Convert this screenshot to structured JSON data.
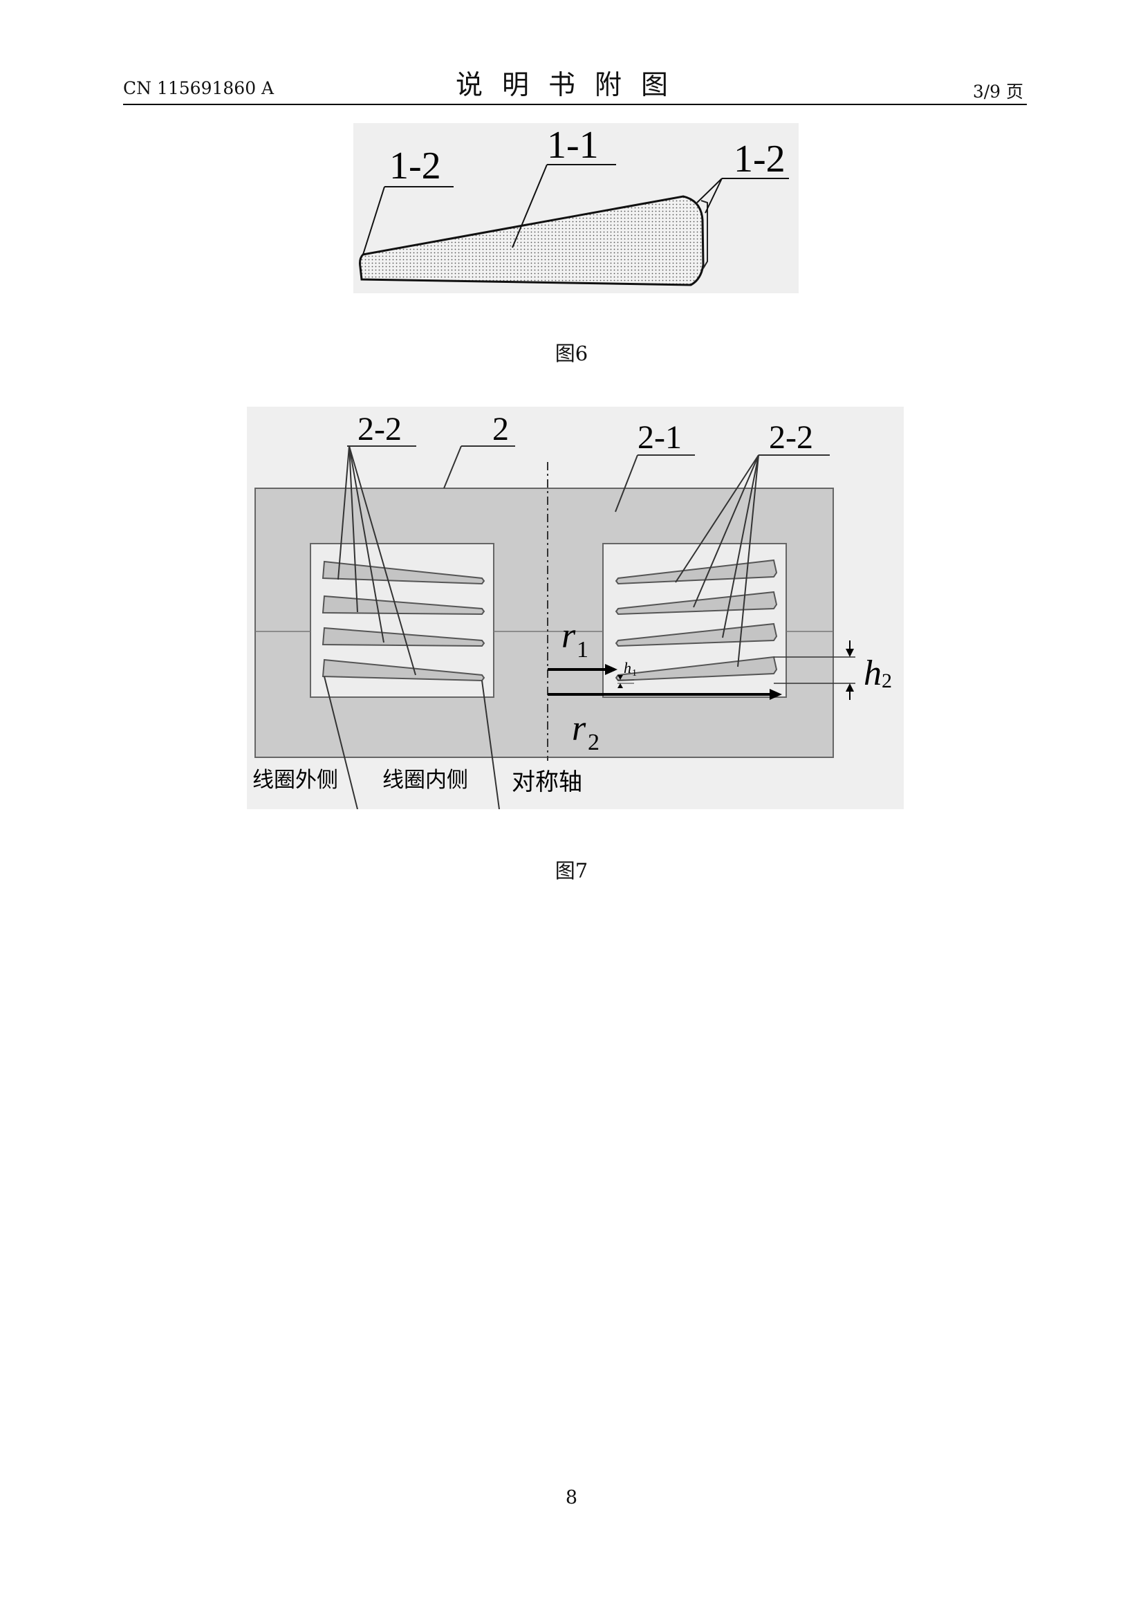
{
  "header": {
    "publication_number": "CN 115691860 A",
    "title": "说明书附图",
    "page_indicator": "3/9 页"
  },
  "figure6": {
    "caption": "图6",
    "labels": {
      "left_end": "1-2",
      "body": "1-1",
      "right_end": "1-2"
    }
  },
  "figure7": {
    "caption": "图7",
    "labels": {
      "left_turns": "2-2",
      "core": "2",
      "winding": "2-1",
      "right_turns": "2-2",
      "r1_letter": "r",
      "r1_sub": "1",
      "h1_letter": "h",
      "h1_sub": "1",
      "h2_letter": "h",
      "h2_sub": "2",
      "r2_letter": "r",
      "r2_sub": "2",
      "coil_outer": "线圈外侧",
      "coil_inner": "线圈内侧",
      "symmetry_axis": "对称轴"
    }
  },
  "footer": {
    "page_number": "8"
  }
}
